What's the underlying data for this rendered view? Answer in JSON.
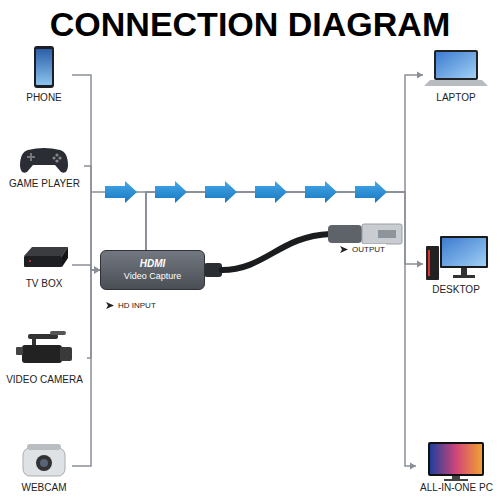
{
  "diagram": {
    "title": "CONNECTION DIAGRAM",
    "nodes": [
      {
        "text": [
          "PHONE"
        ]
      },
      {
        "text": [
          "GAME PLAYER"
        ]
      },
      {
        "text": [
          "TV BOX"
        ]
      },
      {
        "text": [
          "VIDEO CAMERA"
        ]
      },
      {
        "text": [
          "WEBCAM"
        ]
      },
      {
        "text": [
          "HDMI",
          "Video Capture"
        ]
      },
      {
        "text": [
          "LAPTOP"
        ]
      },
      {
        "text": [
          "DESKTOP"
        ]
      },
      {
        "text": [
          "ALL-IN-ONE PC"
        ]
      }
    ],
    "edges": [
      {
        "from": 0,
        "to": 5,
        "arrow": "to"
      },
      {
        "from": 1,
        "to": 5,
        "arrow": "to"
      },
      {
        "from": 2,
        "to": 5,
        "arrow": "to"
      },
      {
        "from": 3,
        "to": 5,
        "arrow": "to"
      },
      {
        "from": 4,
        "to": 5,
        "arrow": "to"
      },
      {
        "from": 5,
        "to": 6,
        "arrow": "to"
      },
      {
        "from": 5,
        "to": 7,
        "arrow": "to"
      },
      {
        "from": 5,
        "to": 8,
        "arrow": "to"
      }
    ],
    "labels": [
      "HD INPUT",
      "OUTPUT"
    ]
  }
}
